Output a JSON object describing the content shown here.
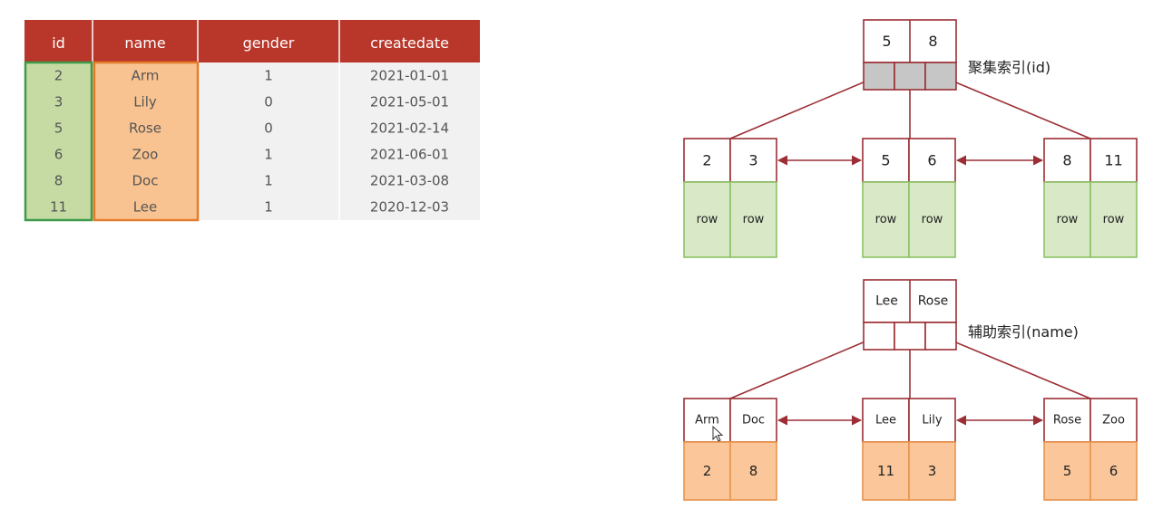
{
  "table": {
    "headers": [
      "id",
      "name",
      "gender",
      "createdate"
    ],
    "rows": [
      [
        "2",
        "Arm",
        "1",
        "2021-01-01"
      ],
      [
        "3",
        "Lily",
        "0",
        "2021-05-01"
      ],
      [
        "5",
        "Rose",
        "0",
        "2021-02-14"
      ],
      [
        "6",
        "Zoo",
        "1",
        "2021-06-01"
      ],
      [
        "8",
        "Doc",
        "1",
        "2021-03-08"
      ],
      [
        "11",
        "Lee",
        "1",
        "2020-12-03"
      ]
    ]
  },
  "clustered": {
    "label": "聚集索引(id)",
    "root": [
      "5",
      "8"
    ],
    "leaves": [
      {
        "keys": [
          "2",
          "3"
        ],
        "data": [
          "row",
          "row"
        ]
      },
      {
        "keys": [
          "5",
          "6"
        ],
        "data": [
          "row",
          "row"
        ]
      },
      {
        "keys": [
          "8",
          "11"
        ],
        "data": [
          "row",
          "row"
        ]
      }
    ]
  },
  "secondary": {
    "label": "辅助索引(name)",
    "root": [
      "Lee",
      "Rose"
    ],
    "leaves": [
      {
        "keys": [
          "Arm",
          "Doc"
        ],
        "data": [
          "2",
          "8"
        ]
      },
      {
        "keys": [
          "Lee",
          "Lily"
        ],
        "data": [
          "11",
          "3"
        ]
      },
      {
        "keys": [
          "Rose",
          "Zoo"
        ],
        "data": [
          "5",
          "6"
        ]
      }
    ]
  },
  "colors": {
    "header_bg": "#b8362a",
    "header_text": "#ffffff",
    "id_col_bg": "#c6dba4",
    "id_col_border": "#3f9a4a",
    "name_col_bg": "#f9c391",
    "name_col_border": "#e57c2c",
    "row_bg": "#f1f1f1",
    "text": "#555555",
    "node_border": "#9b2f35",
    "pointer_fill": "#c6c6c6",
    "leaf_green_bg": "#d9e8c7",
    "leaf_green_border": "#8cc264",
    "leaf_orange_bg": "#fbc79a",
    "leaf_orange_border": "#e8944c",
    "diagram_text": "#222222"
  }
}
